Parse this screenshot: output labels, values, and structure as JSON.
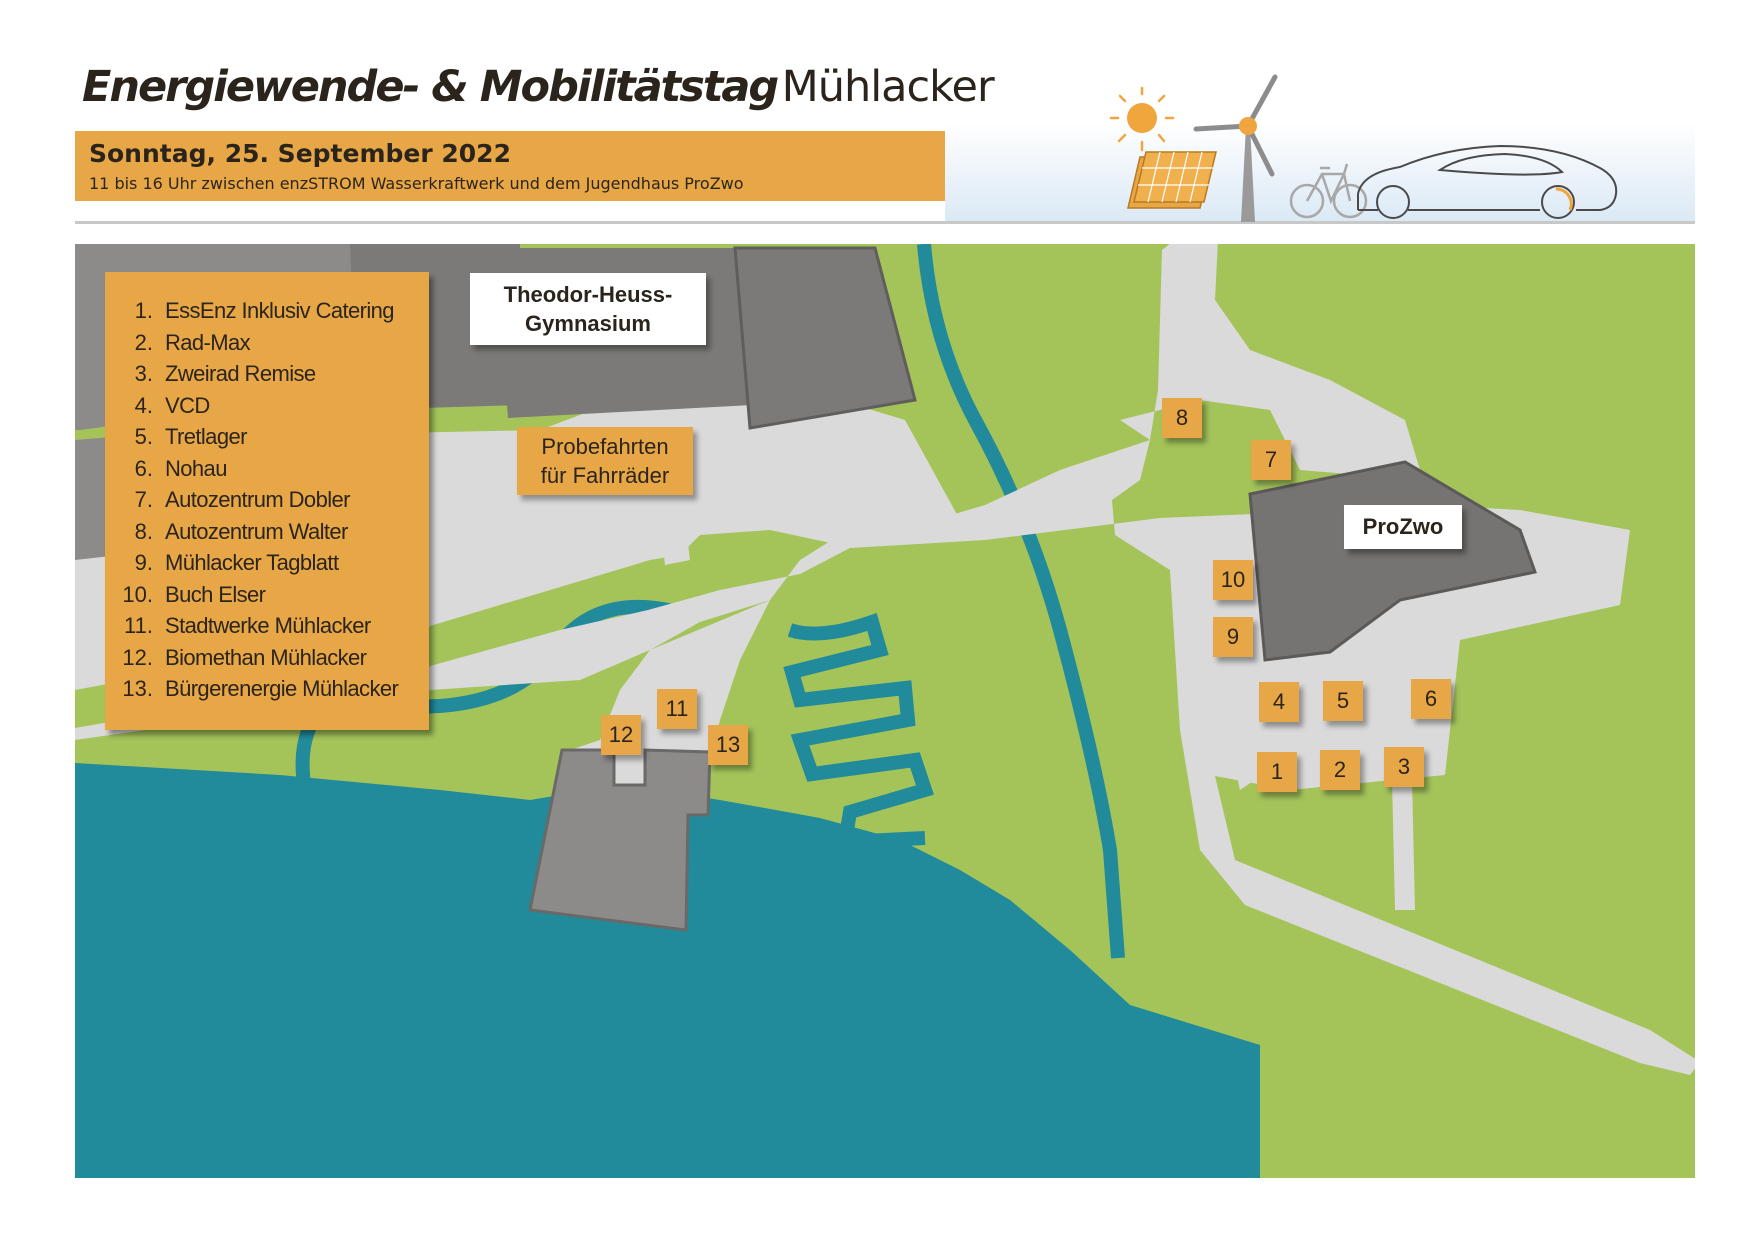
{
  "header": {
    "title_bold": "Energiewende- & Mobilitätstag",
    "title_light": "Mühlacker",
    "date": "Sonntag, 25. September 2022",
    "subtitle": "11 bis 16 Uhr zwischen enzSTROM Wasserkraftwerk und dem Jugendhaus ProZwo"
  },
  "legend": {
    "items": [
      {
        "num": "1.",
        "label": "EssEnz Inklusiv Catering"
      },
      {
        "num": "2.",
        "label": "Rad-Max"
      },
      {
        "num": "3.",
        "label": "Zweirad Remise"
      },
      {
        "num": "4.",
        "label": "VCD"
      },
      {
        "num": "5.",
        "label": "Tretlager"
      },
      {
        "num": "6.",
        "label": "Nohau"
      },
      {
        "num": "7.",
        "label": "Autozentrum Dobler"
      },
      {
        "num": "8.",
        "label": "Autozentrum Walter"
      },
      {
        "num": "9.",
        "label": "Mühlacker Tagblatt"
      },
      {
        "num": "10.",
        "label": "Buch Elser"
      },
      {
        "num": "11.",
        "label": "Stadtwerke Mühlacker"
      },
      {
        "num": "12.",
        "label": "Biomethan Mühlacker"
      },
      {
        "num": "13.",
        "label": "Bürgerenergie Mühlacker"
      }
    ]
  },
  "map": {
    "gymnasium_line1": "Theodor-Heuss-",
    "gymnasium_line2": "Gymnasium",
    "test_rides_line1": "Probefahrten",
    "test_rides_line2": "für Fahrräder",
    "prozwo": "ProZwo",
    "stands": {
      "s1": "1",
      "s2": "2",
      "s3": "3",
      "s4": "4",
      "s5": "5",
      "s6": "6",
      "s7": "7",
      "s8": "8",
      "s9": "9",
      "s10": "10",
      "s11": "11",
      "s12": "12",
      "s13": "13"
    }
  },
  "colors": {
    "grass": "#a4c45a",
    "water": "#218a9b",
    "path": "#dadada",
    "building": "#787674",
    "accent": "#e8a746"
  },
  "icons": [
    "sun-icon",
    "solar-panel-icon",
    "wind-turbine-icon",
    "bicycle-icon",
    "car-icon"
  ]
}
